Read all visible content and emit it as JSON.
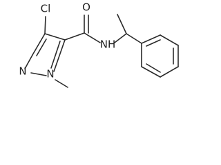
{
  "molecule": {
    "atoms": {
      "cl": "Cl",
      "o": "O",
      "n_ring": "N",
      "n_methyl": "N",
      "nh": "NH"
    }
  }
}
